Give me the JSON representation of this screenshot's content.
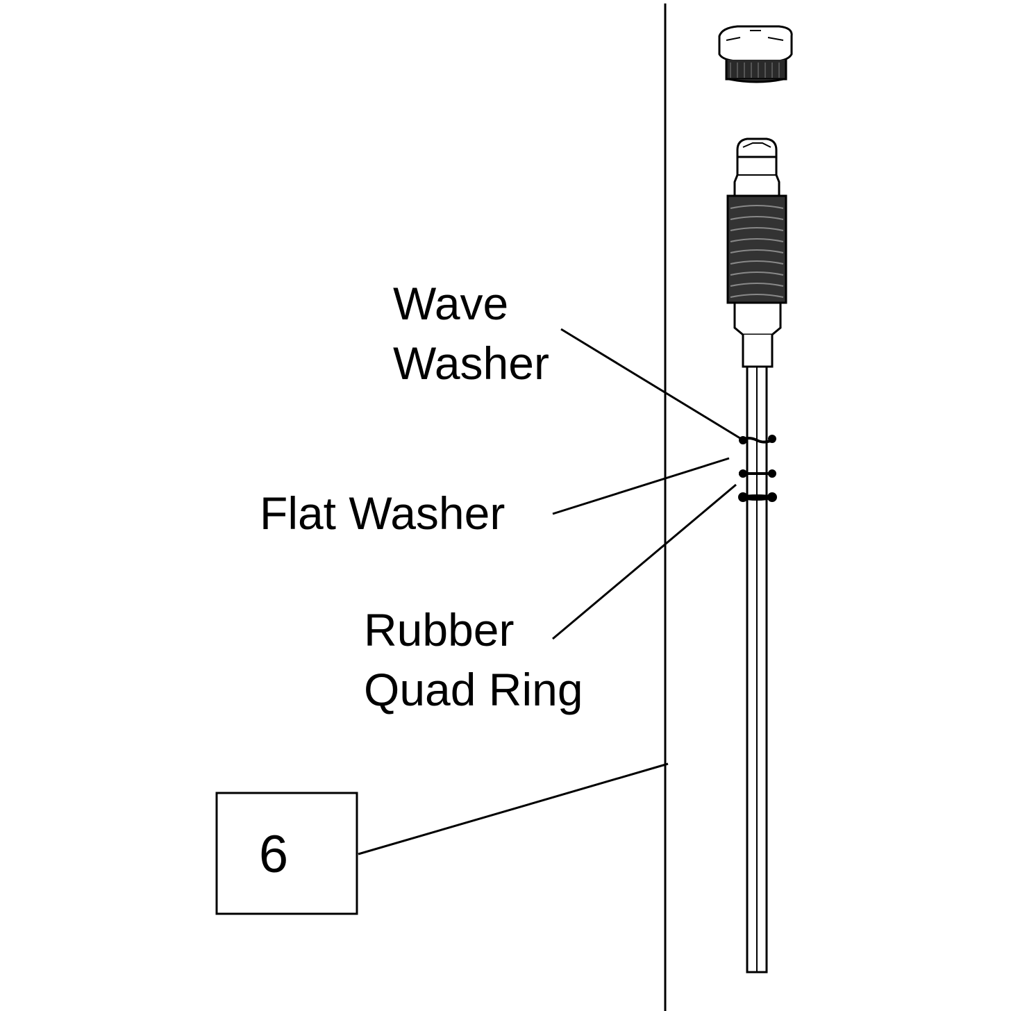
{
  "labels": {
    "wave_washer_line1": "Wave",
    "wave_washer_line2": "Washer",
    "flat_washer": "Flat Washer",
    "rubber_quad_ring_line1": "Rubber",
    "rubber_quad_ring_line2": "Quad Ring"
  },
  "callout_box": {
    "number": "6"
  },
  "colors": {
    "ink": "#000000",
    "background": "#ffffff"
  }
}
